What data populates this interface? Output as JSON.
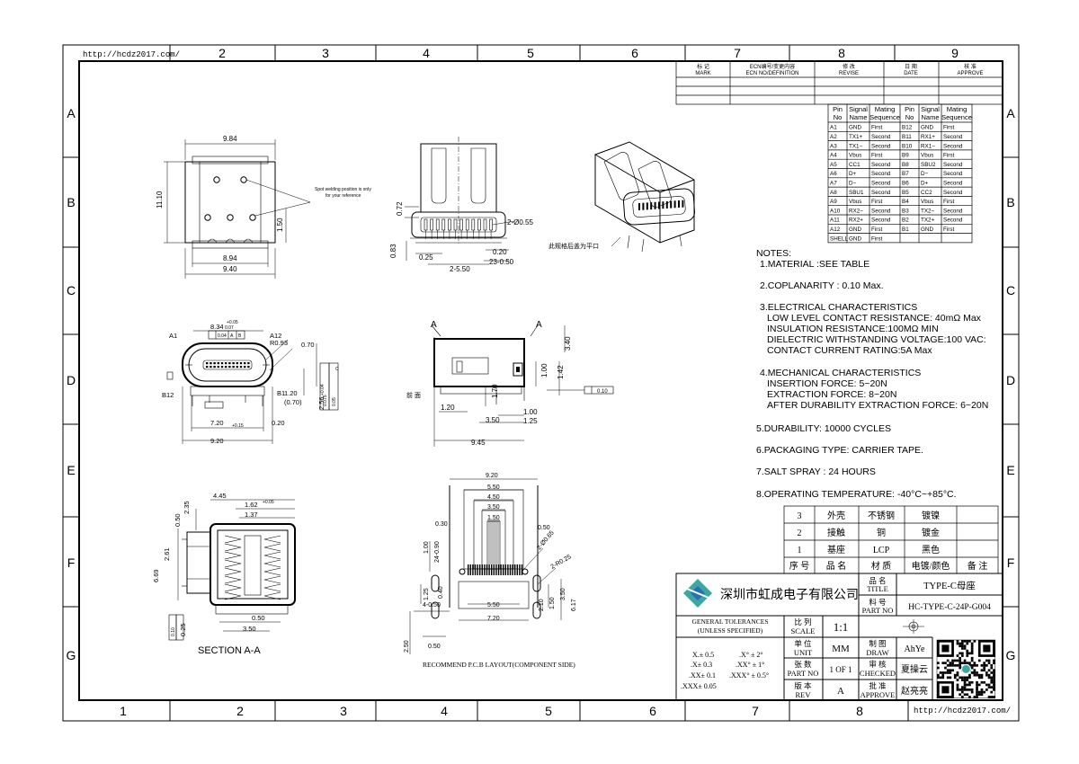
{
  "frame": {
    "url_top": "http://hcdz2017.com/",
    "url_bottom": "http://hcdz2017.com/",
    "top_columns": [
      "2",
      "3",
      "4",
      "5",
      "6",
      "7",
      "8",
      "9"
    ],
    "bottom_columns": [
      "1",
      "2",
      "3",
      "4",
      "5",
      "6",
      "7",
      "8"
    ],
    "left_rows": [
      "A",
      "B",
      "C",
      "D",
      "E",
      "F",
      "G"
    ],
    "right_rows": [
      "A",
      "B",
      "C",
      "D",
      "E",
      "F",
      "G"
    ]
  },
  "revision_table": {
    "headers": [
      {
        "cn": "标 记",
        "en": "MARK"
      },
      {
        "cn": "ECN编号/变更内容",
        "en": "ECN NO/DEFINITION"
      },
      {
        "cn": "修 改",
        "en": "REVISE"
      },
      {
        "cn": "日 期",
        "en": "DATE"
      },
      {
        "cn": "核 准",
        "en": "APPROVE"
      }
    ]
  },
  "pin_table": {
    "headers": [
      "Pin No",
      "Signal Name",
      "Mating Sequence",
      "Pin No",
      "Signal Name",
      "Mating Sequence"
    ],
    "rows": [
      [
        "A1",
        "GND",
        "First",
        "B12",
        "GND",
        "First"
      ],
      [
        "A2",
        "TX1+",
        "Second",
        "B11",
        "RX1+",
        "Second"
      ],
      [
        "A3",
        "TX1−",
        "Second",
        "B10",
        "RX1−",
        "Second"
      ],
      [
        "A4",
        "Vbus",
        "First",
        "B9",
        "Vbus",
        "First"
      ],
      [
        "A5",
        "CC1",
        "Second",
        "B8",
        "SBU2",
        "Second"
      ],
      [
        "A6",
        "D+",
        "Second",
        "B7",
        "D−",
        "Second"
      ],
      [
        "A7",
        "D−",
        "Second",
        "B6",
        "D+",
        "Second"
      ],
      [
        "A8",
        "SBU1",
        "Second",
        "B5",
        "CC2",
        "Second"
      ],
      [
        "A9",
        "Vbus",
        "First",
        "B4",
        "Vbus",
        "First"
      ],
      [
        "A10",
        "RX2−",
        "Second",
        "B3",
        "TX2−",
        "Second"
      ],
      [
        "A11",
        "RX2+",
        "Second",
        "B2",
        "TX2+",
        "Second"
      ],
      [
        "A12",
        "GND",
        "First",
        "B1",
        "GND",
        "First"
      ],
      [
        "SHELL",
        "GND",
        "First",
        "",
        "",
        ""
      ]
    ]
  },
  "notes": {
    "title": "NOTES:",
    "lines": [
      "1.MATERIAL :SEE TABLE",
      "2.COPLANARITY : 0.10 Max.",
      "3.ELECTRICAL CHARACTERISTICS",
      "LOW LEVEL CONTACT RESISTANCE: 40mΩ Max",
      "INSULATION RESISTANCE:100MΩ  MIN",
      "DIELECTRIC WITHSTANDING VOLTAGE:100 VAC:",
      "CONTACT CURRENT RATING:5A Max",
      "4.MECHANICAL CHARACTERISTICS",
      "INSERTION FORCE: 5~20N",
      "EXTRACTION FORCE: 8~20N",
      "AFTER DURABILITY EXTRACTION FORCE: 6~20N",
      "5.DURABILITY: 10000 CYCLES",
      "6.PACKAGING TYPE: CARRIER TAPE.",
      "7.SALT SPRAY : 24 HOURS",
      "8.OPERATING TEMPERATURE: -40°C~+85°C."
    ]
  },
  "material_table": {
    "rows": [
      [
        "3",
        "外壳",
        "不锈钢",
        "镀镍",
        ""
      ],
      [
        "2",
        "接触",
        "铜",
        "镀金",
        ""
      ],
      [
        "1",
        "基座",
        "LCP",
        "黑色",
        ""
      ]
    ],
    "header": [
      "序 号",
      "品 名",
      "材 质",
      "电镀/颜色",
      "备 注"
    ]
  },
  "title_block": {
    "company": "深圳市虹成电子有限公司",
    "title_label_cn": "品 名",
    "title_label_en": "TITLE",
    "title_value": "TYPE-C母座",
    "part_label_cn": "料 号",
    "part_label_en": "PART NO",
    "part_value": "HC-TYPE-C-24P-G004",
    "tol_title_1": "GENERAL TOLERANCES",
    "tol_title_2": "(UNLESS SPECIFIED)",
    "tol_lines_left": [
      "X.± 0.5",
      ".X± 0.3",
      ".XX± 0.1",
      ".XXX± 0.05"
    ],
    "tol_lines_right": [
      ".X° ± 2°",
      ".XX° ± 1°",
      ".XXX° ± 0.5°"
    ],
    "scale_cn": "比 列",
    "scale_en": "SCALE",
    "scale_value": "1:1",
    "unit_cn": "单 位",
    "unit_en": "UNIT",
    "unit_value": "MM",
    "sheet_cn": "张 数",
    "sheet_en": "PART NO",
    "sheet_value": "1 OF 1",
    "rev_cn": "版 本",
    "rev_en": "REV",
    "rev_value": "A",
    "draw_cn": "制 图",
    "draw_en": "DRAW",
    "draw_value": "AhYe",
    "check_cn": "审 核",
    "check_en": "CHECKED",
    "check_value": "夏操云",
    "approve_cn": "批 准",
    "approve_en": "APPROVE",
    "approve_value": "赵亮亮"
  },
  "views": {
    "top_view": {
      "dims": [
        "9.84",
        "11.10",
        "1.50",
        "8.94",
        "9.40"
      ],
      "callout": [
        "Spot welding position is only",
        "for your reference"
      ]
    },
    "front_view": {
      "dims": [
        "0.72",
        "2-Ø0.55",
        "0.83",
        "0.25",
        "0.20",
        "23-0.50",
        "2-5.50"
      ]
    },
    "iso_view": {
      "note": "此规格后盖为平口"
    },
    "end_view": {
      "dims": [
        "8.34",
        "+0.05",
        "0.07",
        "A1",
        "A12",
        "B12",
        "B1",
        "R0.93",
        "0.70",
        "2.56",
        "+0.04",
        "1.20",
        "(0.70)",
        "7.20",
        "9.20",
        "0.20",
        "+0.15"
      ],
      "gdt": [
        "0.04",
        "A",
        "B",
        "C",
        "0.075",
        "0.05"
      ]
    },
    "side_view": {
      "dims": [
        "A",
        "A",
        "3.40",
        "1.00",
        "1.42",
        "0.10",
        "1.70",
        "1.20",
        "1.00",
        "1.25",
        "3.50",
        "9.45"
      ],
      "label": "前 面"
    },
    "section_view": {
      "dims": [
        "4.45",
        "1.62",
        "1.37",
        "+0.05",
        "0.50",
        "0.25",
        "2.35",
        "0.50",
        "3.50",
        "6.69",
        "2.61",
        "0.10"
      ],
      "title": "SECTION A-A"
    },
    "pcb_view": {
      "dims": [
        "9.20",
        "5.50",
        "4.50",
        "3.50",
        "1.50",
        "0.50",
        "0.30",
        "1.00",
        "24-0.90",
        "2-Ø0.65",
        "2-R0.25",
        "1.25",
        "0.40",
        "4-0.50",
        "5.50",
        "7.20",
        "2.10",
        "1.50",
        "3.50",
        "6.17",
        "2.50",
        "0.50"
      ],
      "title": "RECOMMEND P.C.B LAYOUT(COMPONENT SIDE)"
    }
  }
}
